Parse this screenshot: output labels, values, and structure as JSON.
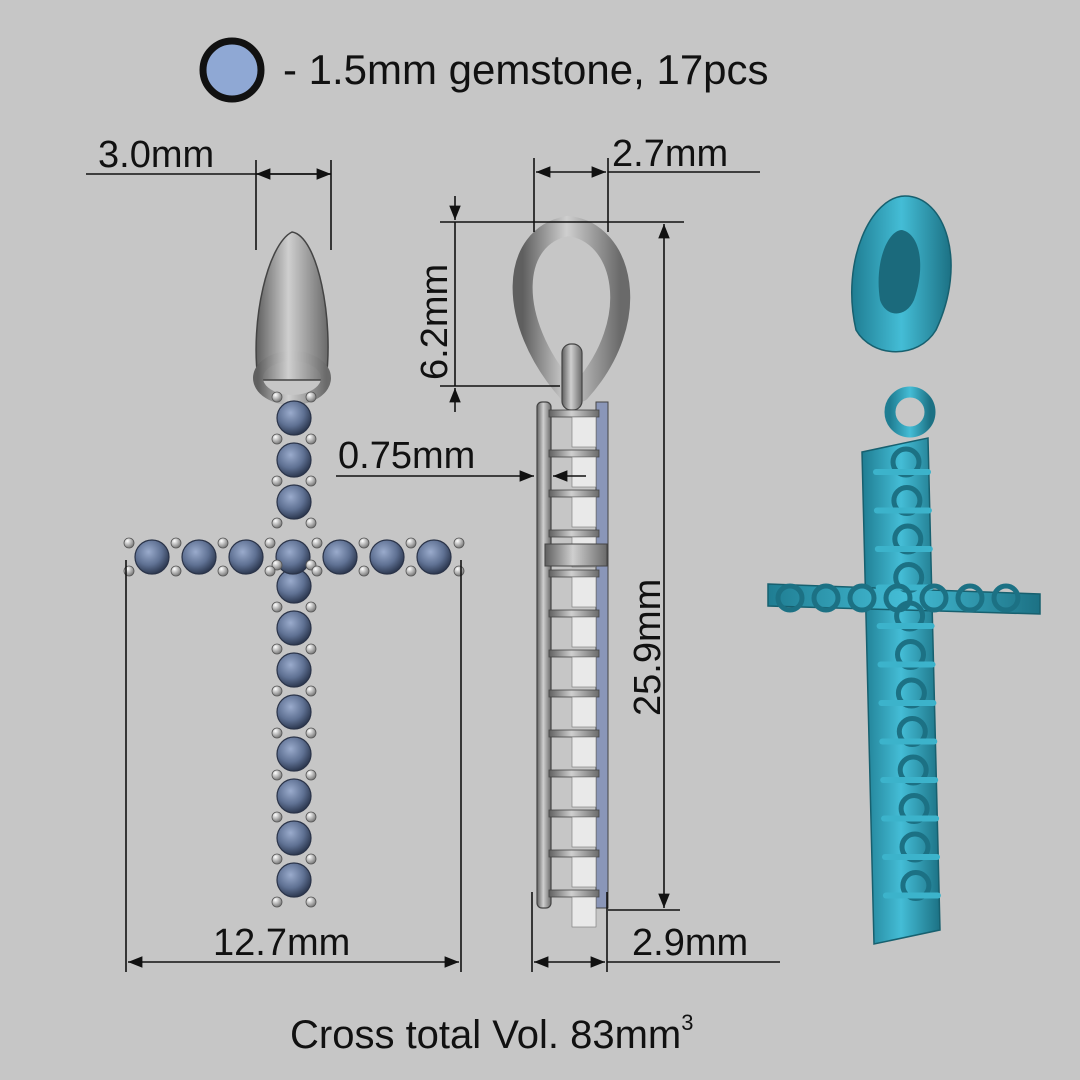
{
  "legend": {
    "text": "- 1.5mm gemstone, 17pcs",
    "swatch_icon": "gemstone-circle-icon",
    "swatch_fill": "#8fa8d4",
    "swatch_stroke": "#111111"
  },
  "dimensions": {
    "bail_width": "3.0mm",
    "side_depth": "2.7mm",
    "bail_height": "6.2mm",
    "wall_thickness": "0.75mm",
    "total_length": "25.9mm",
    "arm_span": "12.7mm",
    "base_depth": "2.9mm"
  },
  "footer": {
    "text": "Cross total Vol. 83mm",
    "superscript": "3"
  },
  "colors": {
    "background": "#c6c6c6",
    "metal": "#8f8f8f",
    "gemstone": "#5f7193",
    "render_cyan": "#2fa0b8"
  }
}
